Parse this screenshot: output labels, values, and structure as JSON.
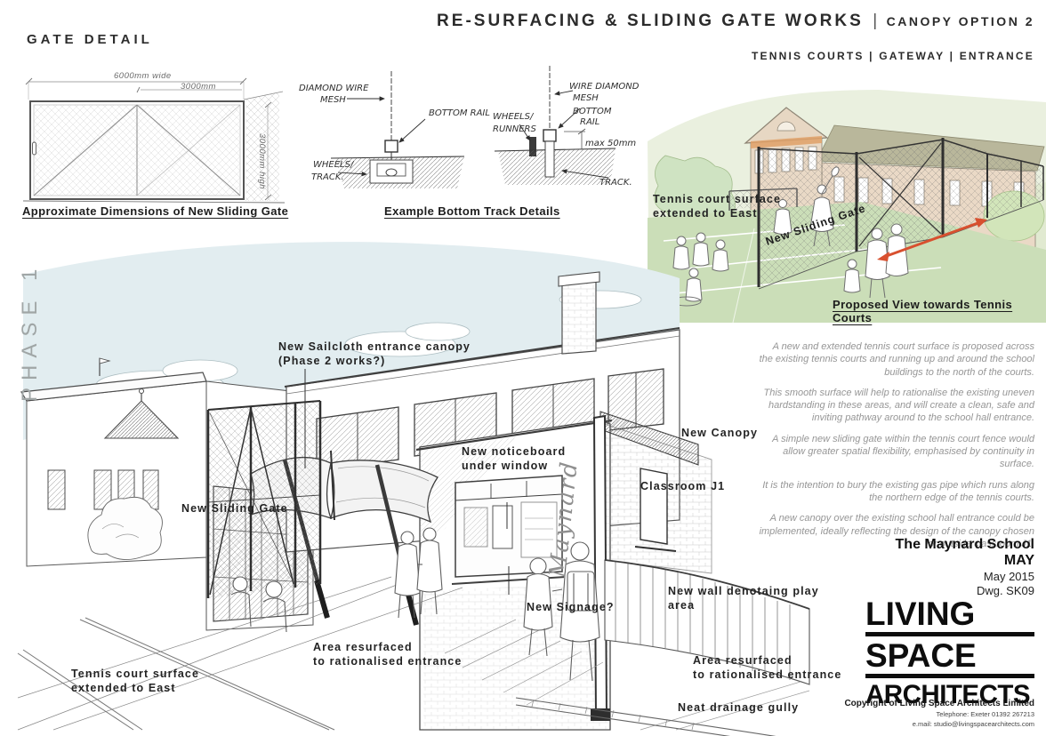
{
  "header": {
    "gate_detail_heading": "GATE DETAIL",
    "title_main": "RE-SURFACING & SLIDING GATE WORKS",
    "title_divider": "|",
    "title_option": "CANOPY OPTION 2",
    "subtitle": "TENNIS COURTS | GATEWAY | ENTRANCE"
  },
  "phase_label": "PHASE 1",
  "gate_detail": {
    "dim_width": "6000mm wide",
    "dim_mid": "3000mm",
    "dim_height": "3000mm high",
    "caption": "Approximate Dimensions of New Sliding Gate"
  },
  "track_details": {
    "caption": "Example Bottom Track Details",
    "left": {
      "mesh1": "DIAMOND WIRE",
      "mesh2": "MESH",
      "rail": "BOTTOM RAIL",
      "wheels1": "WHEELS/",
      "wheels2": "TRACK."
    },
    "right": {
      "mesh1": "WIRE DIAMOND",
      "mesh2": "MESH",
      "rail1": "BOTTOM",
      "rail2": "RAIL",
      "wheels1": "WHEELS/",
      "wheels2": "RUNNERS",
      "max": "max 50mm",
      "track": "TRACK."
    }
  },
  "tennis_view": {
    "surface1": "Tennis court surface",
    "surface2": "extended to East",
    "gate_label": "New Sliding Gate",
    "caption": "Proposed View towards Tennis Courts"
  },
  "sketch_labels": {
    "sailcloth1": "New Sailcloth entrance canopy",
    "sailcloth2": "(Phase 2 works?)",
    "noticeboard1": "New noticeboard",
    "noticeboard2": "under window",
    "sliding_gate": "New Sliding Gate",
    "canopy": "New Canopy",
    "classroom": "Classroom J1",
    "wall1": "New wall denotaing play",
    "wall2": "area",
    "signage": "New Signage?",
    "resurfaced1": "Area resurfaced",
    "resurfaced2": "to rationalised entrance",
    "surface1": "Tennis court surface",
    "surface2": "extended to East",
    "resurfaced_r1": "Area resurfaced",
    "resurfaced_r2": "to rationalised entrance",
    "gully": "Neat drainage gully",
    "maynard": "Maynard"
  },
  "description": {
    "paragraphs": [
      "A new and extended tennis court surface is proposed across the existing tennis courts and running up and around the school buildings to the north of the courts.",
      "This smooth surface will help to rationalise the existing uneven hardstanding in these areas, and will create a clean, safe and inviting pathway around to the school hall entrance.",
      "A simple new sliding gate within the tennis court fence would allow greater spatial flexibility, emphasised by continuity in surface.",
      "It is the intention to bury the existing gas pipe which runs along the northern edge of the tennis courts.",
      "A new canopy over the existing school hall entrance could be implemented, ideally reflecting the design of the canopy chosen for outside classroom J1."
    ]
  },
  "title_block": {
    "project": "The Maynard School",
    "code": "MAY",
    "date": "May 2015",
    "drawing": "Dwg. SK09",
    "logo1": "LIVING",
    "logo2": "SPACE",
    "logo3": "ARCHITECTS",
    "copyright": "Copyright of Living Space Architects Limited",
    "phone": "Telephone: Exeter 01392 267213",
    "email": "e.mail: studio@livingspacearchitects.com"
  },
  "colors": {
    "accent_red": "#d8502f",
    "sky": "#e2edf0",
    "court_green": "#cbdeb8",
    "building_beige": "#ead9c6",
    "roof_olive": "#b9b79b"
  }
}
